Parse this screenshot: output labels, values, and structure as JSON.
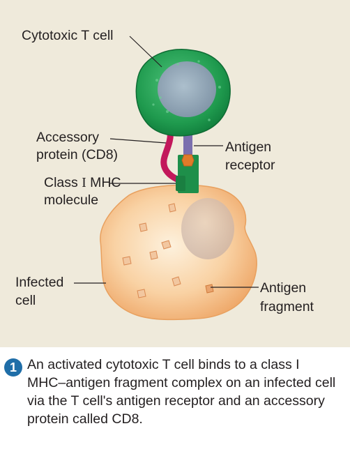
{
  "labels": {
    "t_cell": "Cytotoxic T cell",
    "accessory_1": "Accessory",
    "accessory_2": "protein (CD8)",
    "receptor_1": "Antigen",
    "receptor_2": "receptor",
    "mhc_1a": "Class ",
    "mhc_1_roman": "I",
    "mhc_1b": " MHC",
    "mhc_2": "molecule",
    "infected_1": "Infected",
    "infected_2": "cell",
    "fragment_1": "Antigen",
    "fragment_2": "fragment"
  },
  "caption": {
    "step_number": "1",
    "text": "An activated cytotoxic T cell binds to a class I MHC–antigen fragment complex on an infected cell via the T cell's antigen receptor and an accessory protein called CD8."
  },
  "colors": {
    "panel_bg": "#efeadb",
    "t_cell": "#1f9a4e",
    "nucleus": "#9fa8c2",
    "infected_cell": "#f5c08a",
    "cd8": "#c2185b",
    "mhc": "#1e8f4a",
    "receptor": "#7b6fae",
    "antigen": "#e07b2a",
    "step_badge": "#1f6ea8"
  }
}
